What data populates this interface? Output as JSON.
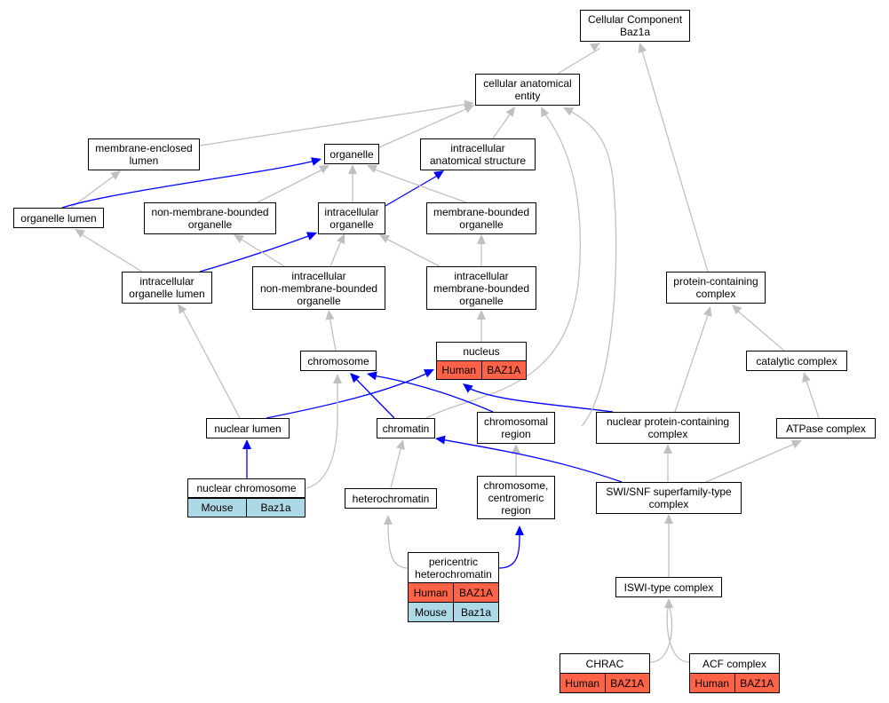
{
  "colors": {
    "gray_edge": "#c0c0c0",
    "blue_edge": "#0000ff",
    "human": "#ff6347",
    "mouse": "#add8e6"
  },
  "nodes": {
    "cellular_component": "Cellular Component\nBaz1a",
    "cellular_anatomical_entity": "cellular anatomical\nentity",
    "membrane_enclosed_lumen": "membrane-enclosed\nlumen",
    "organelle": "organelle",
    "intracellular_anatomical_structure": "intracellular\nanatomical structure",
    "organelle_lumen": "organelle lumen",
    "non_membrane_bounded_organelle": "non-membrane-bounded\norganelle",
    "intracellular_organelle": "intracellular\norganelle",
    "membrane_bounded_organelle": "membrane-bounded\norganelle",
    "intracellular_organelle_lumen": "intracellular\norganelle lumen",
    "intracellular_non_membrane_bounded_organelle": "intracellular\nnon-membrane-bounded\norganelle",
    "intracellular_membrane_bounded_organelle": "intracellular\nmembrane-bounded\norganelle",
    "protein_containing_complex": "protein-containing\ncomplex",
    "chromosome": "chromosome",
    "nucleus": "nucleus",
    "catalytic_complex": "catalytic complex",
    "nuclear_lumen": "nuclear lumen",
    "chromatin": "chromatin",
    "chromosomal_region": "chromosomal\nregion",
    "nuclear_protein_containing_complex": "nuclear protein-containing\ncomplex",
    "atpase_complex": "ATPase complex",
    "nuclear_chromosome": "nuclear chromosome",
    "heterochromatin": "heterochromatin",
    "chromosome_centromeric_region": "chromosome,\ncentromeric\nregion",
    "swi_snf_complex": "SWI/SNF superfamily-type\ncomplex",
    "pericentric_heterochromatin": "pericentric\nheterochromatin",
    "iswi_complex": "ISWI-type complex",
    "chrac": "CHRAC",
    "acf_complex": "ACF complex"
  },
  "annotations": {
    "nucleus_human": {
      "species": "Human",
      "gene": "BAZ1A"
    },
    "nuclear_chromosome_mouse": {
      "species": "Mouse",
      "gene": "Baz1a"
    },
    "pericentric_human": {
      "species": "Human",
      "gene": "BAZ1A"
    },
    "pericentric_mouse": {
      "species": "Mouse",
      "gene": "Baz1a"
    },
    "chrac_human": {
      "species": "Human",
      "gene": "BAZ1A"
    },
    "acf_human": {
      "species": "Human",
      "gene": "BAZ1A"
    }
  }
}
